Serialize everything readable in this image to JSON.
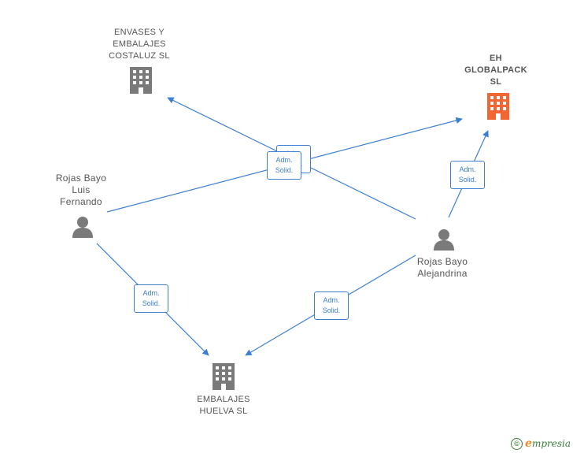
{
  "colors": {
    "edge": "#3d7fd1",
    "company": "#7a7a7a",
    "company_highlight": "#f26633",
    "person": "#7a7a7a",
    "brand_green": "#3b7d3b",
    "brand_orange": "#f08a24"
  },
  "nodes": {
    "envases": {
      "label": "ENVASES Y\nEMBALAJES\nCOSTALUZ SL",
      "icon": "building-icon"
    },
    "eh": {
      "label": "EH\nGLOBALPACK\nSL",
      "icon": "building-icon"
    },
    "luis": {
      "label": "Rojas Bayo\nLuis\nFernando",
      "icon": "person-icon"
    },
    "alejandrina": {
      "label": "Rojas Bayo\nAlejandrina",
      "icon": "person-icon"
    },
    "huelva": {
      "label": "EMBALAJES\nHUELVA  SL",
      "icon": "building-icon"
    }
  },
  "edges": [
    {
      "from": "alejandrina",
      "to": "envases",
      "label": "Adm.\nSolid."
    },
    {
      "from": "luis",
      "to": "eh",
      "label": "Adm.\nSolid."
    },
    {
      "from": "alejandrina",
      "to": "eh",
      "label": "Adm.\nSolid."
    },
    {
      "from": "luis",
      "to": "huelva",
      "label": "Adm.\nSolid."
    },
    {
      "from": "alejandrina",
      "to": "huelva",
      "label": "Adm.\nSolid."
    }
  ],
  "footer": {
    "copyright_symbol": "©",
    "brand_initial": "e",
    "brand_rest": "mpresia"
  }
}
